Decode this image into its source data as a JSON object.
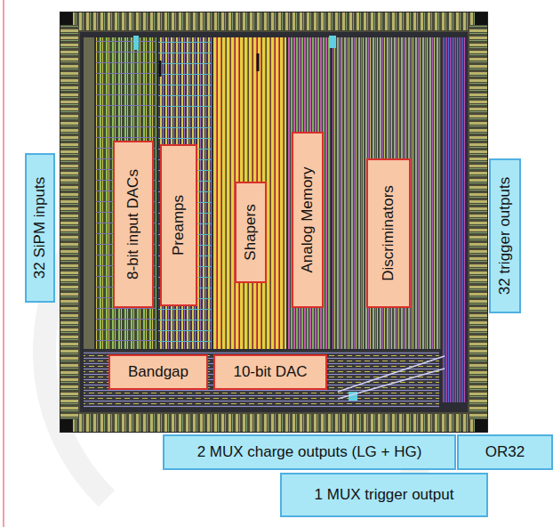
{
  "diagram": {
    "nodes": [
      {
        "text": [
          "32 SiPM inputs"
        ]
      },
      {
        "text": [
          "8-bit input DACs"
        ]
      },
      {
        "text": [
          "Preamps"
        ]
      },
      {
        "text": [
          "Shapers"
        ]
      },
      {
        "text": [
          "Analog Memory"
        ]
      },
      {
        "text": [
          "Discriminators"
        ]
      },
      {
        "text": [
          "32 trigger outputs"
        ]
      },
      {
        "text": [
          "Bandgap"
        ]
      },
      {
        "text": [
          "10-bit DAC"
        ]
      },
      {
        "text": [
          "2 MUX charge outputs (LG + HG)"
        ]
      },
      {
        "text": [
          "OR32"
        ]
      },
      {
        "text": [
          "1 MUX trigger output"
        ]
      }
    ]
  }
}
